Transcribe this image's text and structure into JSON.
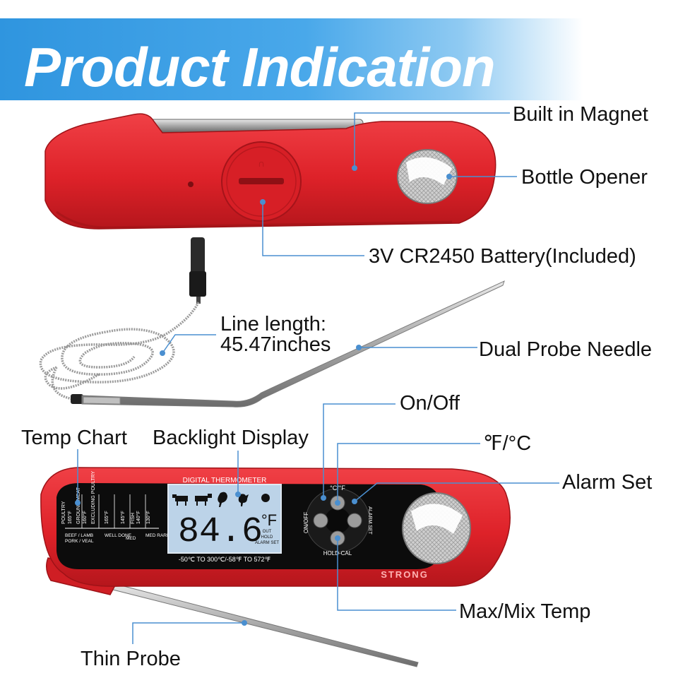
{
  "banner": {
    "title": "Product Indication"
  },
  "callouts": {
    "magnet": "Built in Magnet",
    "bottle_opener": "Bottle Opener",
    "battery": "3V CR2450 Battery(Included)",
    "line_length_1": "Line length:",
    "line_length_2": "45.47inches",
    "dual_probe": "Dual Probe Needle",
    "on_off": "On/Off",
    "f_c": "℉/°C",
    "alarm_set": "Alarm Set",
    "temp_chart": "Temp Chart",
    "backlight": "Backlight Display",
    "max_min": "Max/Mix Temp",
    "thin_probe": "Thin Probe"
  },
  "device": {
    "lcd_header": "DIGITAL THERMOMETER",
    "reading": "84.6",
    "unit": "°F",
    "status_lines": [
      "OUT",
      "HOLD",
      "ALARM SET"
    ],
    "range_text": "-50℃ TO 300℃/-58℉ TO 572℉",
    "brand": "STRONG",
    "button_labels": {
      "top": "°C/°F",
      "left": "ON/OFF",
      "right": "ALARM SET",
      "bottom": "HOLD-CAL"
    },
    "chart_temps": [
      "165°F",
      "160°F",
      "165°F",
      "145°F",
      "140°F",
      "130°F"
    ],
    "chart_foods": [
      "POULTRY",
      "GROUND MEAT",
      "EXCLUDING POULTRY",
      "FISH"
    ],
    "chart_bottom": [
      "BEEF / LAMB",
      "PORK / VEAL",
      "WELL DONE",
      "MED",
      "MED RARE"
    ],
    "colors": {
      "body": "#e3262c",
      "line": "#4a8fd0",
      "lcd": "#bcd3e8"
    }
  }
}
